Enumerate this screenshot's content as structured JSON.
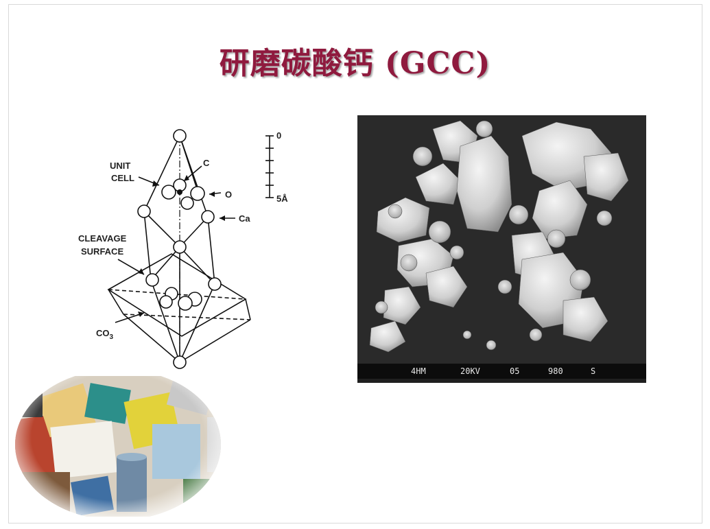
{
  "slide": {
    "title": "研磨碳酸钙 (GCC)"
  },
  "crystal_diagram": {
    "labels": {
      "unit_cell_1": "UNIT",
      "unit_cell_2": "CELL",
      "c": "C",
      "o": "O",
      "ca": "Ca",
      "cleavage_1": "CLEAVAGE",
      "cleavage_2": "SURFACE",
      "co3": "CO",
      "co3_sub": "3",
      "scale_top": "0",
      "scale_bottom": "5Å"
    }
  },
  "sem_image": {
    "scale_label": "4HM",
    "voltage": "20KV",
    "code": "05",
    "number": "980",
    "suffix": "S"
  },
  "collage": {
    "description_icon": "paper-products-collage"
  }
}
